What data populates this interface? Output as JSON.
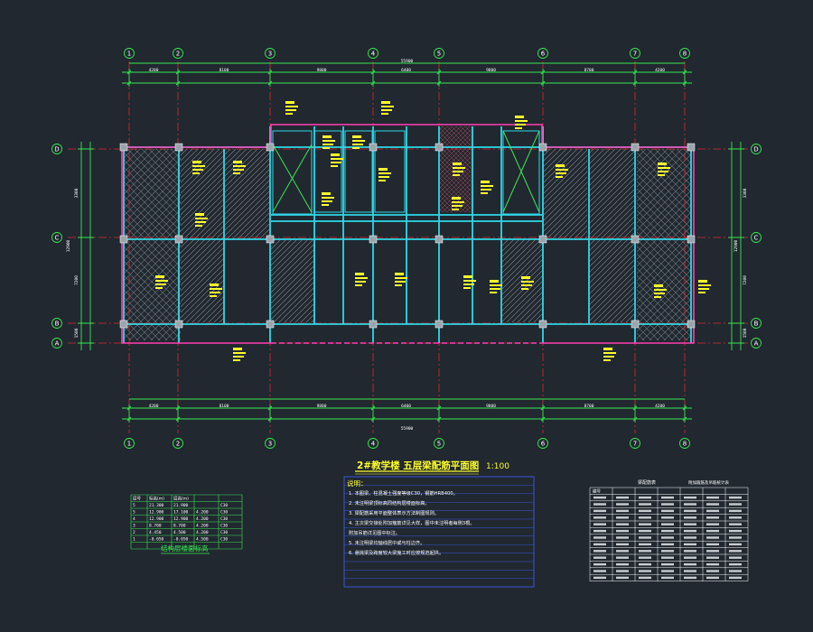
{
  "drawing": {
    "title": "2#教学楼  五层梁配筋平面图",
    "scale": "1:100"
  },
  "grid_axes": {
    "numbered": [
      "1",
      "2",
      "3",
      "4",
      "5",
      "6",
      "7",
      "8"
    ],
    "lettered": [
      "D",
      "C",
      "B",
      "A"
    ]
  },
  "dimensions": {
    "top_total": "55900",
    "top_spans": [
      "4200",
      "8100",
      "9800",
      "6400",
      "9800",
      "8700",
      "4200"
    ],
    "bottom_total": "55900",
    "bottom_spans": [
      "4200",
      "8100",
      "9800",
      "6400",
      "9800",
      "8700",
      "4200"
    ],
    "left_total": "12900",
    "left_spans": [
      "3300",
      "7200",
      "1500"
    ],
    "right_total": "12900",
    "right_spans": [
      "3300",
      "7200",
      "1500"
    ]
  },
  "floor_table": {
    "headers": [
      "层号",
      "标高(m)",
      "层高(m)",
      "",
      ""
    ],
    "rows": [
      [
        "5",
        "21.300",
        "21.900",
        "",
        "C30"
      ],
      [
        "5",
        "12.900",
        "17.100",
        "4.200",
        "C30"
      ],
      [
        "4",
        "12.900",
        "12.900",
        "4.200",
        "C30"
      ],
      [
        "3",
        "8.700",
        "8.700",
        "4.200",
        "C30"
      ],
      [
        "2",
        "4.450",
        "4.500",
        "4.200",
        "C30"
      ],
      [
        "1",
        "-0.050",
        "-0.050",
        "4.500",
        "C30"
      ]
    ],
    "caption": "结构层楼面标高"
  },
  "notes": {
    "heading": "说明：",
    "lines": [
      "1.  本图梁、柱混凝土强度等级C30，钢筋HRB400。",
      "2.  未注明梁顶标高同结构层楼面标高。",
      "3.  梁配筋采用平面整体表示方法制图规则。",
      "4.  主次梁交接处附加箍筋详见大样，图中未注明者每侧3根。",
      "    附加吊筋详见图中标注。",
      "5.  未注明梁均轴线居中或与柱边齐。",
      "6.  悬挑梁及跨度较大梁施工时应按规范起拱。"
    ]
  },
  "rebar_table": {
    "title": "梁配筋表",
    "note": "附加箍筋及吊筋统计表",
    "headers": [
      "编号",
      "",
      "",
      "",
      "",
      "",
      ""
    ],
    "row_count": 13
  },
  "colors": {
    "background": "#212830",
    "axis_red": "#e0272f",
    "beam_magenta": "#ff3fb2",
    "beam_cyan": "#2fd8e6",
    "dim_green": "#38e850",
    "label_yellow": "#ffff2a",
    "text_white": "#ffffff",
    "frame_blue": "#3d54d8"
  }
}
